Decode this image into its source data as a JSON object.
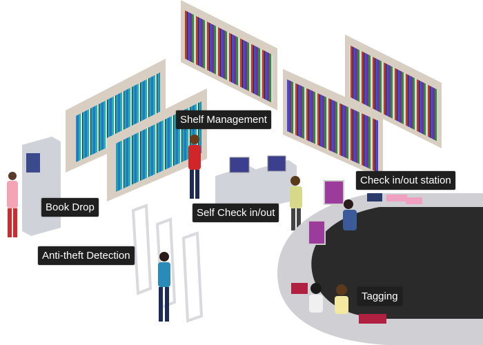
{
  "labels": {
    "shelf_management": "Shelf Management",
    "book_drop": "Book Drop",
    "self_check": "Self Check in/out",
    "check_station": "Check in/out station",
    "anti_theft": "Anti-theft Detection",
    "tagging": "Tagging"
  },
  "colors": {
    "label_bg": "#1f1f1f",
    "shelf_frame": "#d8cfc2",
    "shelf_back": "#3a3a3a",
    "counter": "#cfcfd4",
    "counter_top": "#2a2a2a"
  }
}
